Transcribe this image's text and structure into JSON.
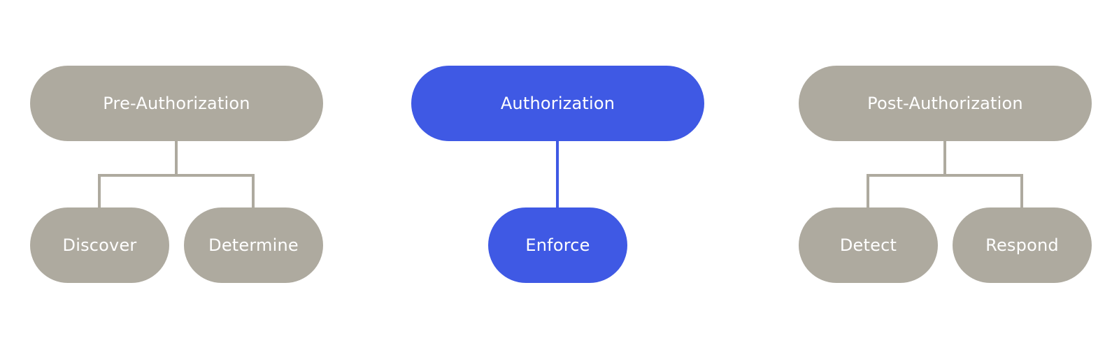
{
  "colors": {
    "neutral": "#aeaa9f",
    "accent": "#3f59e4",
    "background": "#ffffff"
  },
  "groups": [
    {
      "parent": "Pre-Authorization",
      "children": [
        "Discover",
        "Determine"
      ],
      "style": "neutral"
    },
    {
      "parent": "Authorization",
      "children": [
        "Enforce"
      ],
      "style": "accent"
    },
    {
      "parent": "Post-Authorization",
      "children": [
        "Detect",
        "Respond"
      ],
      "style": "neutral"
    }
  ]
}
